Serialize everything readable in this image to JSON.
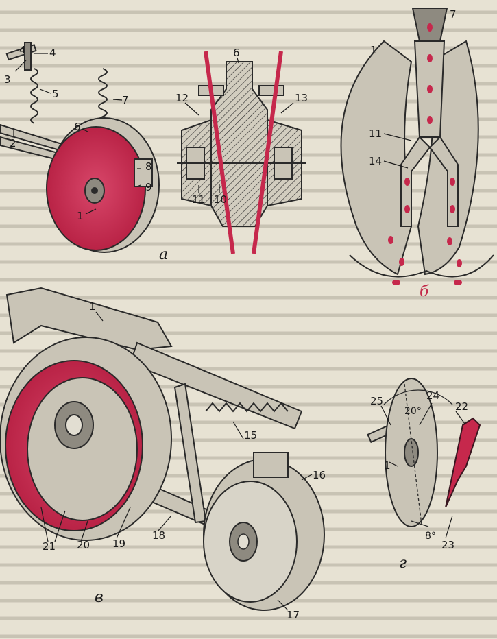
{
  "figure": {
    "panels": {
      "a": "а",
      "b": "б",
      "v": "в",
      "g": "г"
    },
    "labels": {
      "panel_a": [
        "1",
        "2",
        "3",
        "4",
        "5",
        "6",
        "7",
        "8",
        "9",
        "6",
        "12",
        "13",
        "11",
        "10"
      ],
      "panel_b": [
        "7",
        "1",
        "11",
        "14"
      ],
      "panel_v": [
        "1",
        "15",
        "16",
        "17",
        "18",
        "19",
        "20",
        "21"
      ],
      "panel_g": [
        "25",
        "24",
        "22",
        "1",
        "23"
      ]
    },
    "angles": {
      "top": "20°",
      "bottom": "8°"
    }
  },
  "colors": {
    "accent_red": "#c6284c",
    "paper": "#e7e2d3",
    "metal": "#c9c4b6"
  }
}
